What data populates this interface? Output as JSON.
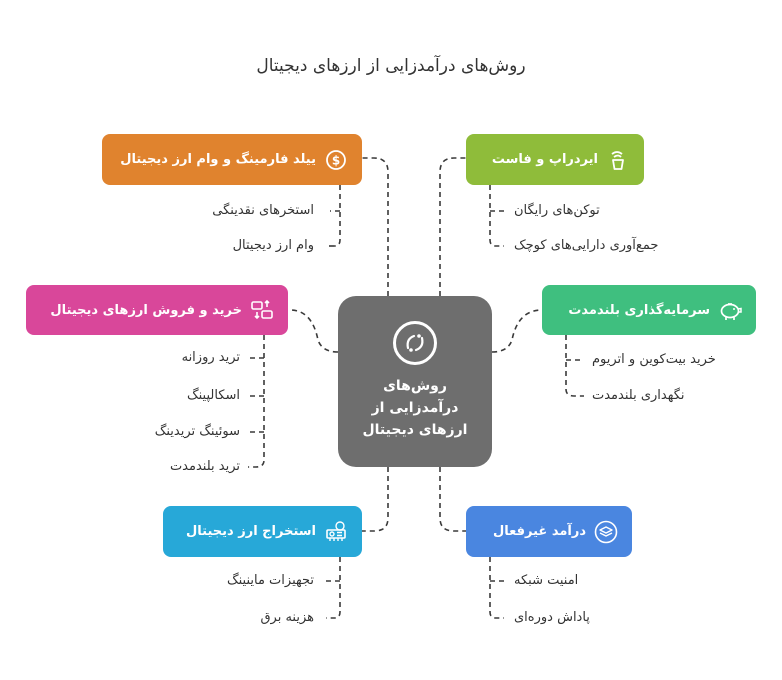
{
  "title": "روش‌های درآمدزایی از ارزهای دیجیتال",
  "center": {
    "label": "روش‌های درآمدزایی از ارزهای دیجیتال"
  },
  "colors": {
    "center": "#6e6e6e",
    "yield": "#e0832e",
    "airdrop": "#8fbc3a",
    "trade": "#d9479a",
    "hodl": "#3fbf7f",
    "mining": "#27a8d8",
    "passive": "#4a86e0",
    "line": "#3a3a3a"
  },
  "branches": {
    "yield": {
      "label": "ییلد فارمینگ و وام ارز دیجیتال",
      "icon": "dollar-coin-icon",
      "items": [
        "استخرهای نقدینگی",
        "وام ارز دیجیتال"
      ]
    },
    "airdrop": {
      "label": "ایردراپ و فاست",
      "icon": "faucet-cup-icon",
      "items": [
        "توکن‌های رایگان",
        "جمع‌آوری دارایی‌های کوچک"
      ]
    },
    "trade": {
      "label": "خرید و فروش ارزهای دیجیتال",
      "icon": "exchange-briefcase-icon",
      "items": [
        "ترید روزانه",
        "اسکالپینگ",
        "سوئینگ تریدینگ",
        "ترید بلندمدت"
      ]
    },
    "hodl": {
      "label": "سرمایه‌گذاری بلندمدت",
      "icon": "piggy-bank-icon",
      "items": [
        "خرید بیت‌کوین و اتریوم",
        "نگهداری بلندمدت"
      ]
    },
    "mining": {
      "label": "استخراج ارز دیجیتال",
      "icon": "mining-rig-icon",
      "items": [
        "تجهیزات ماینینگ",
        "هزینه برق"
      ]
    },
    "passive": {
      "label": "درآمد غیرفعال",
      "icon": "layers-icon",
      "items": [
        "امنیت شبکه",
        "پاداش دوره‌ای"
      ]
    }
  }
}
